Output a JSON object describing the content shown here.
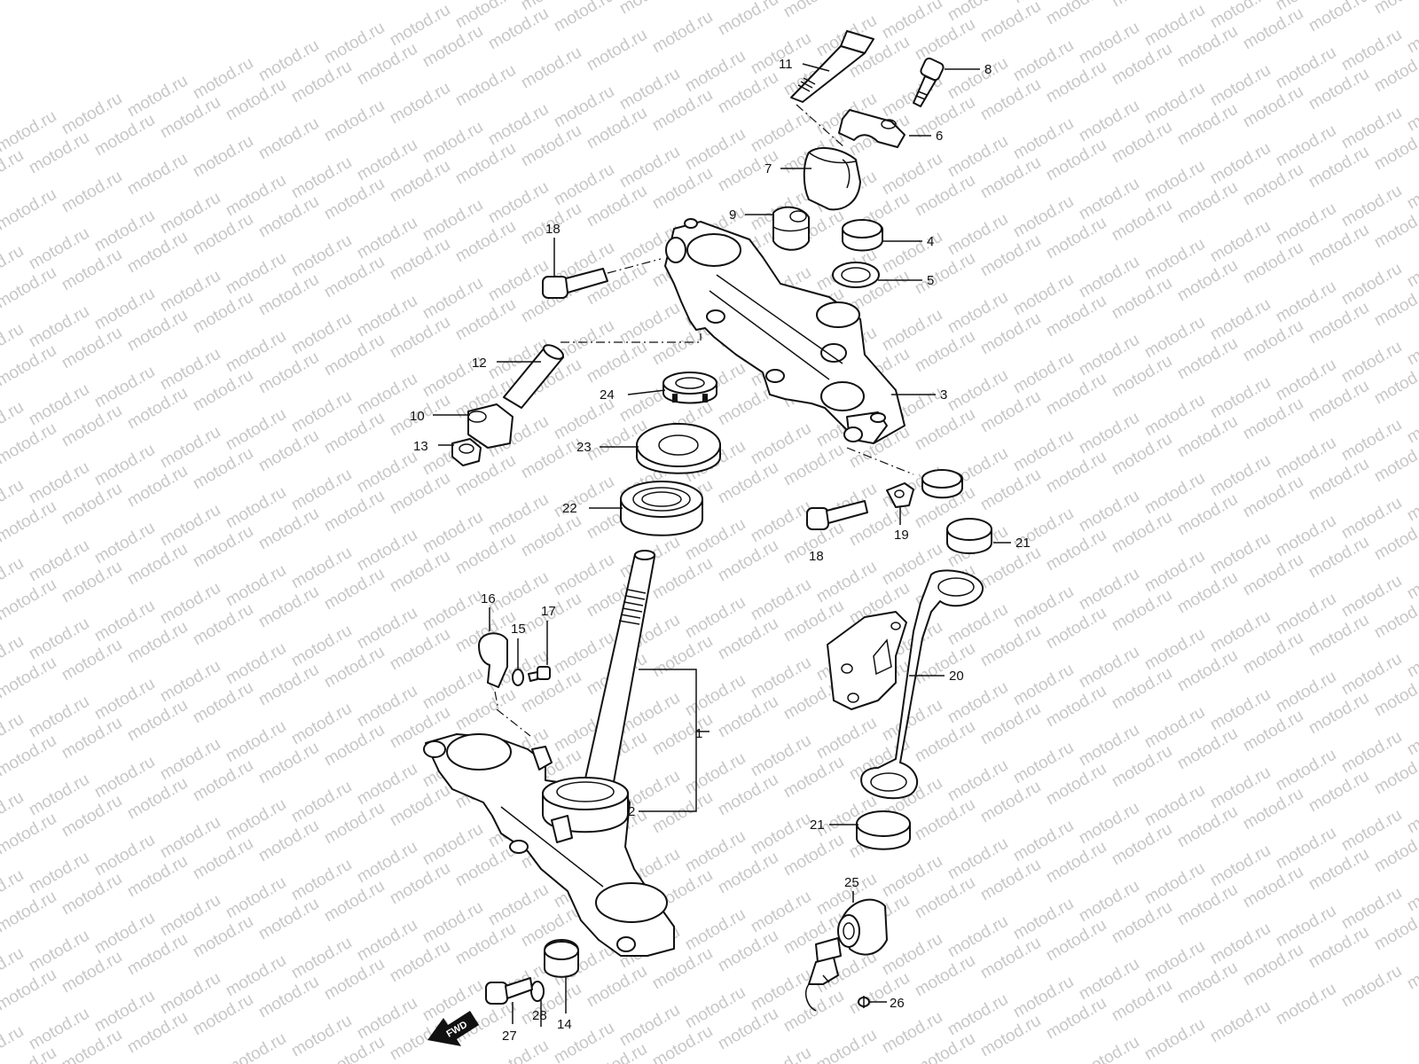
{
  "watermark": "motod.ru",
  "fwd_label": "FWD",
  "labels": {
    "p1": "1",
    "p2": "2",
    "p3": "3",
    "p4": "4",
    "p5": "5",
    "p6": "6",
    "p7": "7",
    "p8": "8",
    "p9": "9",
    "p10": "10",
    "p11": "11",
    "p12": "12",
    "p13": "13",
    "p14": "14",
    "p15": "15",
    "p16": "16",
    "p17": "17",
    "p18a": "18",
    "p18b": "18",
    "p19": "19",
    "p20": "20",
    "p21a": "21",
    "p21b": "21",
    "p22": "22",
    "p23": "23",
    "p24": "24",
    "p25": "25",
    "p26": "26",
    "p27": "27",
    "p28": "28"
  },
  "colors": {
    "line": "#111111",
    "watermark": "#c7c7c7",
    "background": "#ffffff"
  }
}
